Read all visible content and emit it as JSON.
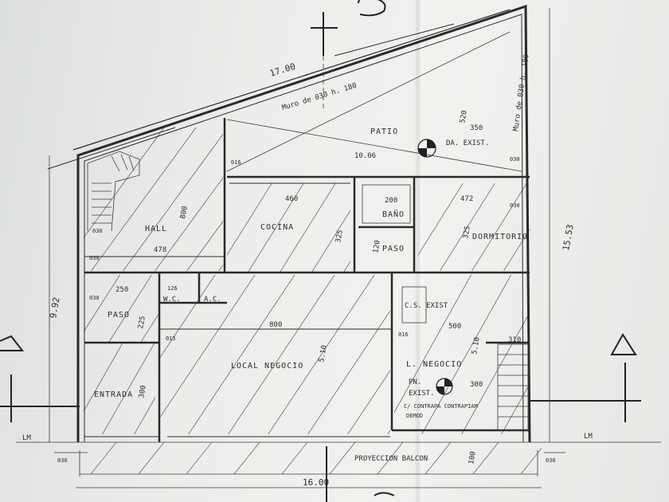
{
  "plan": {
    "rooms": {
      "hall": "HALL",
      "cocina": "COCINA",
      "patio": "PATIO",
      "bano": "BAÑO",
      "paso1": "PASO",
      "paso2": "PASO",
      "dormitorio": "DORMITORIO",
      "wc": "W.C.",
      "ac": "A.C.",
      "local": "LOCAL NEGOCIO",
      "entrada": "ENTRADA",
      "cs": "C.S. EXIST",
      "lnegocio": "L. NEGOCIO"
    },
    "notes": {
      "muro_left": "Muro de 030 h. 180",
      "muro_right": "Muro de 030 h. 180",
      "exist": "DA. EXIST.",
      "pn": "PN.",
      "pn_exist": "EXIST.",
      "contrapa": "C/ CONTRAPA CONTRAPIAM",
      "demo": "DEMOD",
      "proyeccion": "PROYECCION BALCON",
      "lm_left": "LM",
      "lm_right": "LM"
    },
    "dims": {
      "d1700": "17.00",
      "d350": "350",
      "d520": "520",
      "d1006": "10.06",
      "d030a": "030",
      "d016a": "016",
      "d460": "460",
      "d200": "200",
      "d472": "472",
      "d800a": "800",
      "d478": "478",
      "d325a": "325",
      "d325b": "325",
      "d120": "120",
      "d1553": "15.53",
      "d992": "9.92",
      "d250": "250",
      "d225": "225",
      "d126": "126",
      "d800b": "800",
      "d510a": "5.10",
      "d510b": "5.10",
      "d500": "500",
      "d300a": "300",
      "d300b": "300",
      "d310": "310",
      "d1600": "16.00",
      "d100": "100",
      "d030b": "030",
      "d030c": "030",
      "d015": "015",
      "d016b": "016",
      "d030d": "030",
      "d030e": "030",
      "d030f": "030",
      "d030g": "030"
    }
  }
}
